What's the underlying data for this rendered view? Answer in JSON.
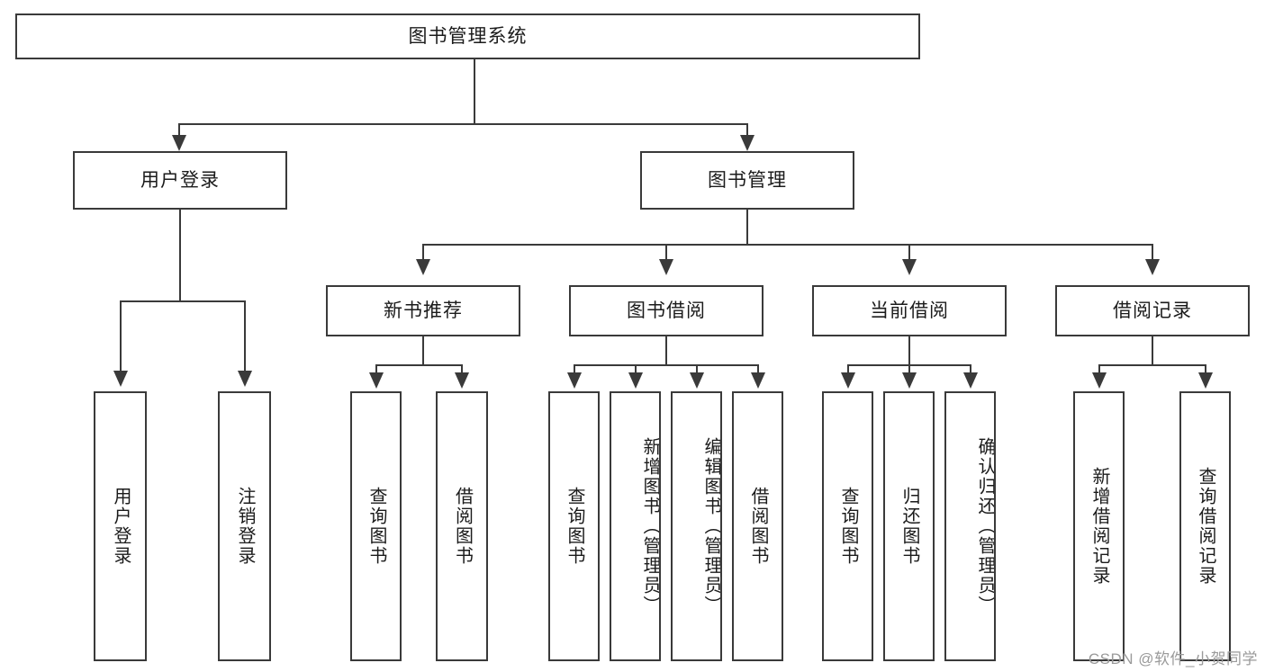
{
  "diagram": {
    "title": "图书管理系统",
    "watermark": "CSDN @软件_小贺同学",
    "type": "tree-hierarchy-diagram",
    "root": {
      "label": "图书管理系统"
    },
    "level2": [
      {
        "label": "用户登录"
      },
      {
        "label": "图书管理"
      }
    ],
    "level3": [
      {
        "label": "新书推荐"
      },
      {
        "label": "图书借阅"
      },
      {
        "label": "当前借阅"
      },
      {
        "label": "借阅记录"
      }
    ],
    "leaves": {
      "user_login": [
        {
          "label": "用户登录"
        },
        {
          "label": "注销登录"
        }
      ],
      "new_book_recommend": [
        {
          "label": "查询图书"
        },
        {
          "label": "借阅图书"
        }
      ],
      "book_borrow": [
        {
          "label": "查询图书"
        },
        {
          "label": "新增图书（管理员）"
        },
        {
          "label": "编辑图书（管理员）"
        },
        {
          "label": "借阅图书"
        }
      ],
      "current_borrow": [
        {
          "label": "查询图书"
        },
        {
          "label": "归还图书"
        },
        {
          "label": "确认归还（管理员）"
        }
      ],
      "borrow_record": [
        {
          "label": "新增借阅记录"
        },
        {
          "label": "查询借阅记录"
        }
      ]
    },
    "colors": {
      "stroke": "#3a3a3a",
      "fill": "#ffffff",
      "text": "#1b1b1b",
      "watermark": "#9a9a9a"
    }
  }
}
